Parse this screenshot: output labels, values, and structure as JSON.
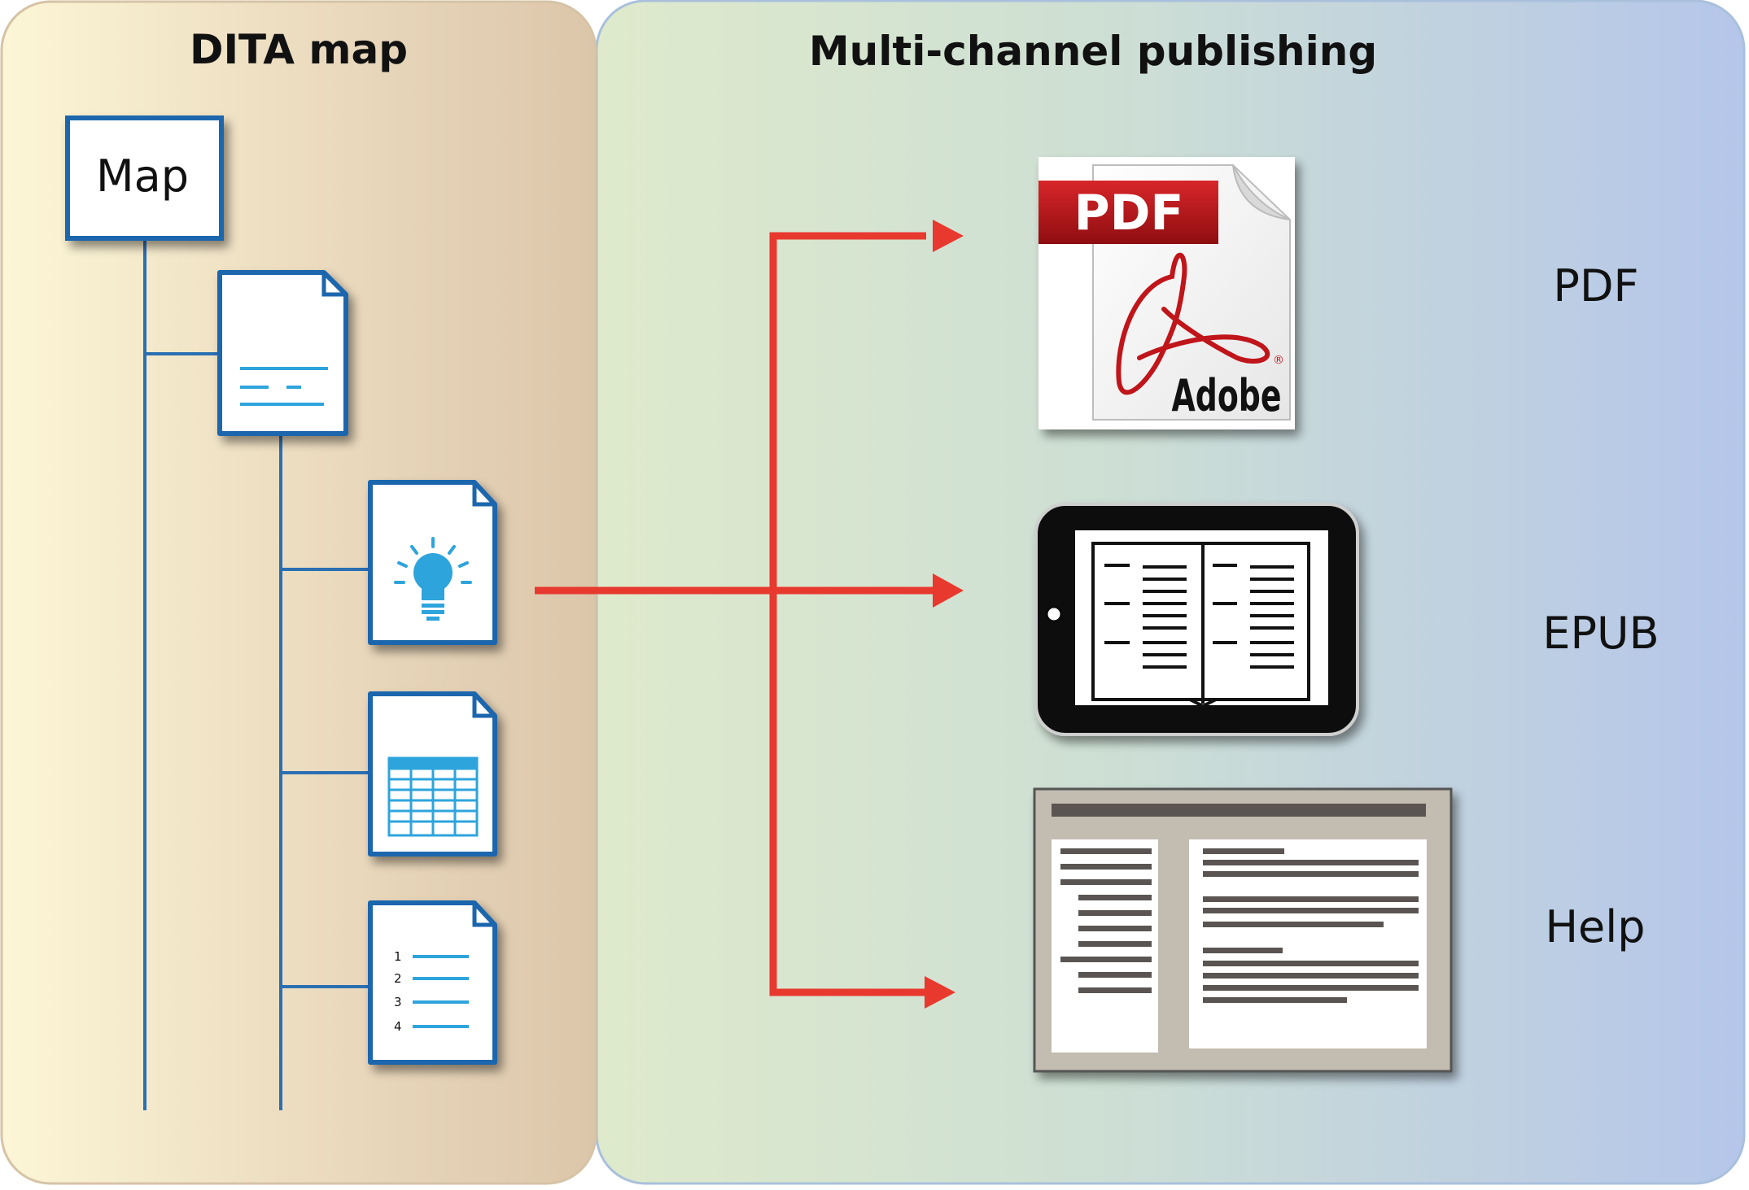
{
  "left_panel": {
    "title": "DITA map",
    "map_label": "Map"
  },
  "right_panel": {
    "title": "Multi-channel publishing"
  },
  "outputs": [
    {
      "label": "PDF"
    },
    {
      "label": "EPUB"
    },
    {
      "label": "Help"
    }
  ],
  "pdf_icon": {
    "badge": "PDF",
    "brand": "Adobe",
    "mark": "®"
  },
  "list_numbers": [
    "1",
    "2",
    "3",
    "4"
  ],
  "colors": {
    "arrow": "#e8392f",
    "tree": "#2b6fb3",
    "doc_border": "#1f66ad",
    "doc_accent": "#2ea4dc",
    "pdf_red": "#c0151a"
  },
  "icons": [
    "map-box",
    "document-icon",
    "concept-lightbulb-icon",
    "table-document-icon",
    "numbered-list-document-icon",
    "pdf-adobe-icon",
    "ebook-tablet-icon",
    "help-window-icon"
  ]
}
